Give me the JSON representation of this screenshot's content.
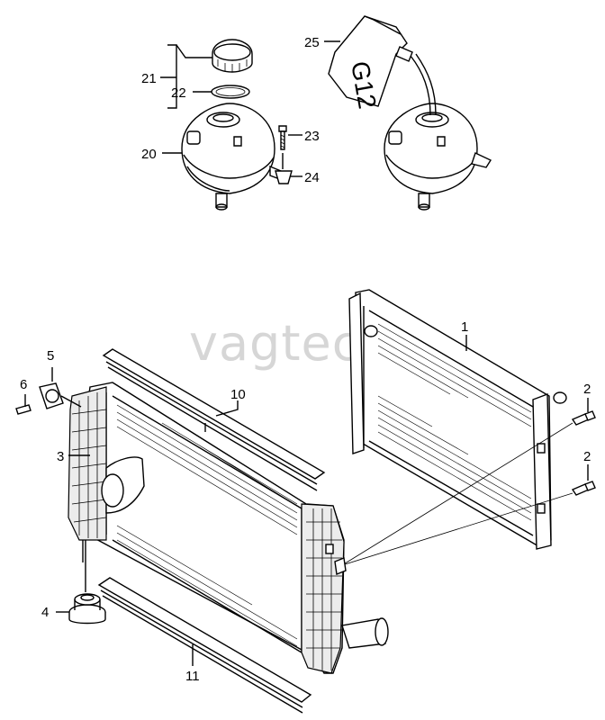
{
  "watermark": "vagtec.ru",
  "jug_marking": "G12",
  "labels": [
    {
      "id": "p1",
      "text": "1"
    },
    {
      "id": "p2a",
      "text": "2"
    },
    {
      "id": "p2b",
      "text": "2"
    },
    {
      "id": "p3",
      "text": "3"
    },
    {
      "id": "p4",
      "text": "4"
    },
    {
      "id": "p5",
      "text": "5"
    },
    {
      "id": "p6",
      "text": "6"
    },
    {
      "id": "p10",
      "text": "10"
    },
    {
      "id": "p11",
      "text": "11"
    },
    {
      "id": "p20",
      "text": "20"
    },
    {
      "id": "p21",
      "text": "21"
    },
    {
      "id": "p22",
      "text": "22"
    },
    {
      "id": "p23",
      "text": "23"
    },
    {
      "id": "p24",
      "text": "24"
    },
    {
      "id": "p25",
      "text": "25"
    }
  ]
}
